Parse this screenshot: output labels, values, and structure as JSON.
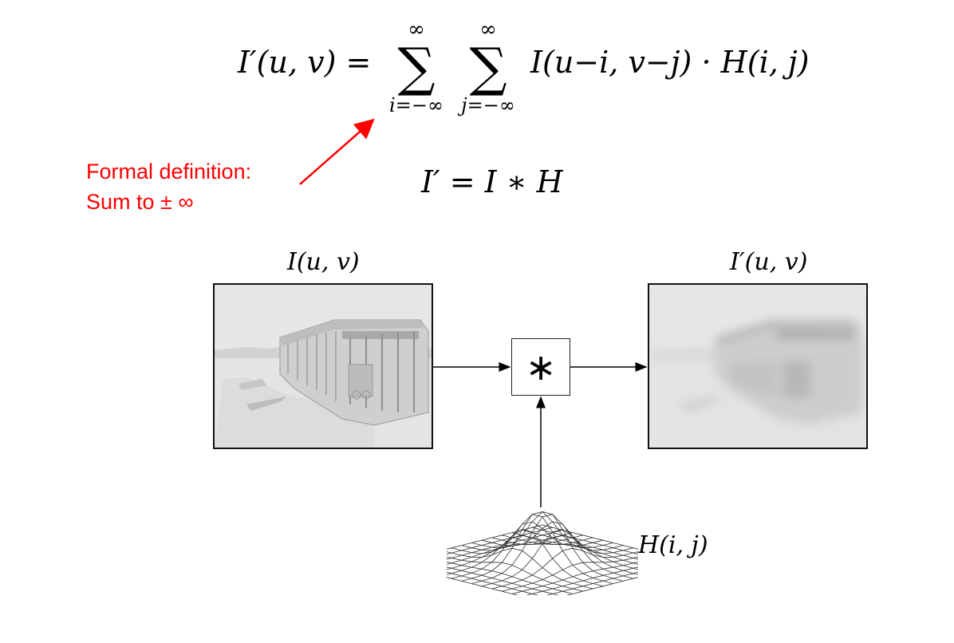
{
  "formula": {
    "lhs": "I′(u, v) =",
    "sum_i": {
      "upper": "∞",
      "symbol": "∑",
      "lower": "i=−∞"
    },
    "sum_j": {
      "upper": "∞",
      "symbol": "∑",
      "lower": "j=−∞"
    },
    "term": "I(u−i, v−j) · H(i, j)"
  },
  "short_formula": "I′ = I ∗ H",
  "annotation": {
    "line1": "Formal definition:",
    "line2": "Sum to ± ∞",
    "color": "#ff0000"
  },
  "diagram": {
    "input_label": "I(u, v)",
    "output_label": "I′(u, v)",
    "operator_symbol": "∗",
    "kernel_label": "H(i, j)"
  }
}
